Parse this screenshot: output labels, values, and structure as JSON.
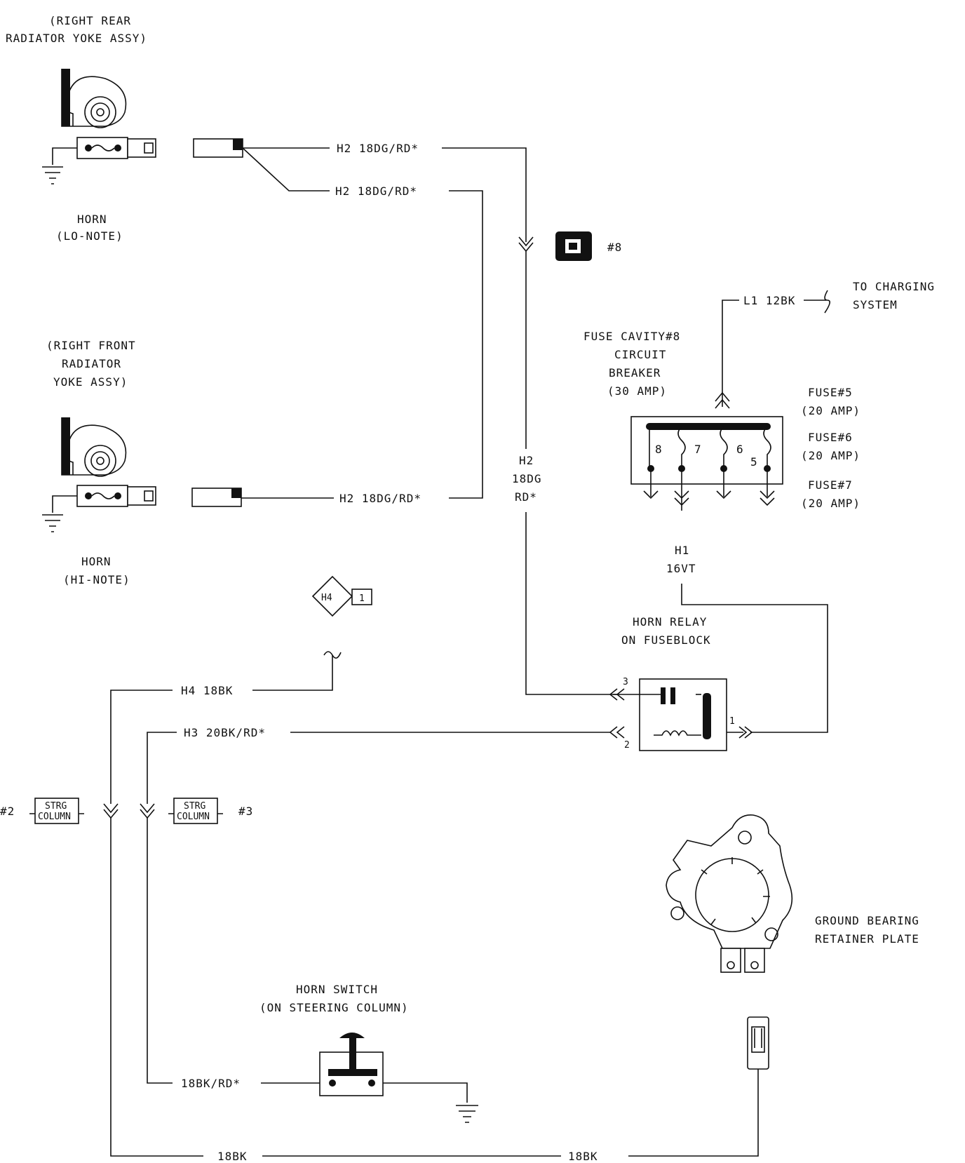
{
  "labels": {
    "rear_yoke_1": "(RIGHT REAR",
    "rear_yoke_2": "RADIATOR YOKE ASSY)",
    "horn_lo_1": "HORN",
    "horn_lo_2": "(LO-NOTE)",
    "front_yoke_1": "(RIGHT FRONT",
    "front_yoke_2": "RADIATOR",
    "front_yoke_3": "YOKE ASSY)",
    "horn_hi_1": "HORN",
    "horn_hi_2": "(HI-NOTE)",
    "wire_h2_upper": "H2 18DG/RD*",
    "wire_h2_lower": "H2 18DG/RD*",
    "wire_h2_hi": "H2 18DG/RD*",
    "wire_h2_vert_1": "H2",
    "wire_h2_vert_2": "18DG",
    "wire_h2_vert_3": "RD*",
    "connector_8": "#8",
    "wire_l1": "L1 12BK",
    "charging_1": "TO CHARGING",
    "charging_2": "SYSTEM",
    "fuse_cavity_1": "FUSE CAVITY#8",
    "fuse_cavity_2": "CIRCUIT",
    "fuse_cavity_3": "BREAKER",
    "fuse_cavity_4": "(30 AMP)",
    "fuse5_1": "FUSE#5",
    "fuse5_2": "(20 AMP)",
    "fuse6_1": "FUSE#6",
    "fuse6_2": "(20 AMP)",
    "fuse7_1": "FUSE#7",
    "fuse7_2": "(20 AMP)",
    "pin_8": "8",
    "pin_7": "7",
    "pin_6": "6",
    "pin_5": "5",
    "wire_h1_1": "H1",
    "wire_h1_2": "16VT",
    "horn_relay_1": "HORN RELAY",
    "horn_relay_2": "ON FUSEBLOCK",
    "relay_pin_3": "3",
    "relay_pin_2": "2",
    "relay_pin_1": "1",
    "h4_tag": "H4",
    "h4_tag_num": "1",
    "wire_h4": "H4 18BK",
    "wire_h3": "H3 20BK/RD*",
    "strg_left_num": "#2",
    "strg_right_num": "#3",
    "strg_1": "STRG",
    "strg_2": "COLUMN",
    "ground_plate_1": "GROUND BEARING",
    "ground_plate_2": "RETAINER PLATE",
    "horn_switch_1": "HORN SWITCH",
    "horn_switch_2": "(ON STEERING COLUMN)",
    "wire_18bkrd": "18BK/RD*",
    "wire_18bk_left": "18BK",
    "wire_18bk_right": "18BK"
  }
}
